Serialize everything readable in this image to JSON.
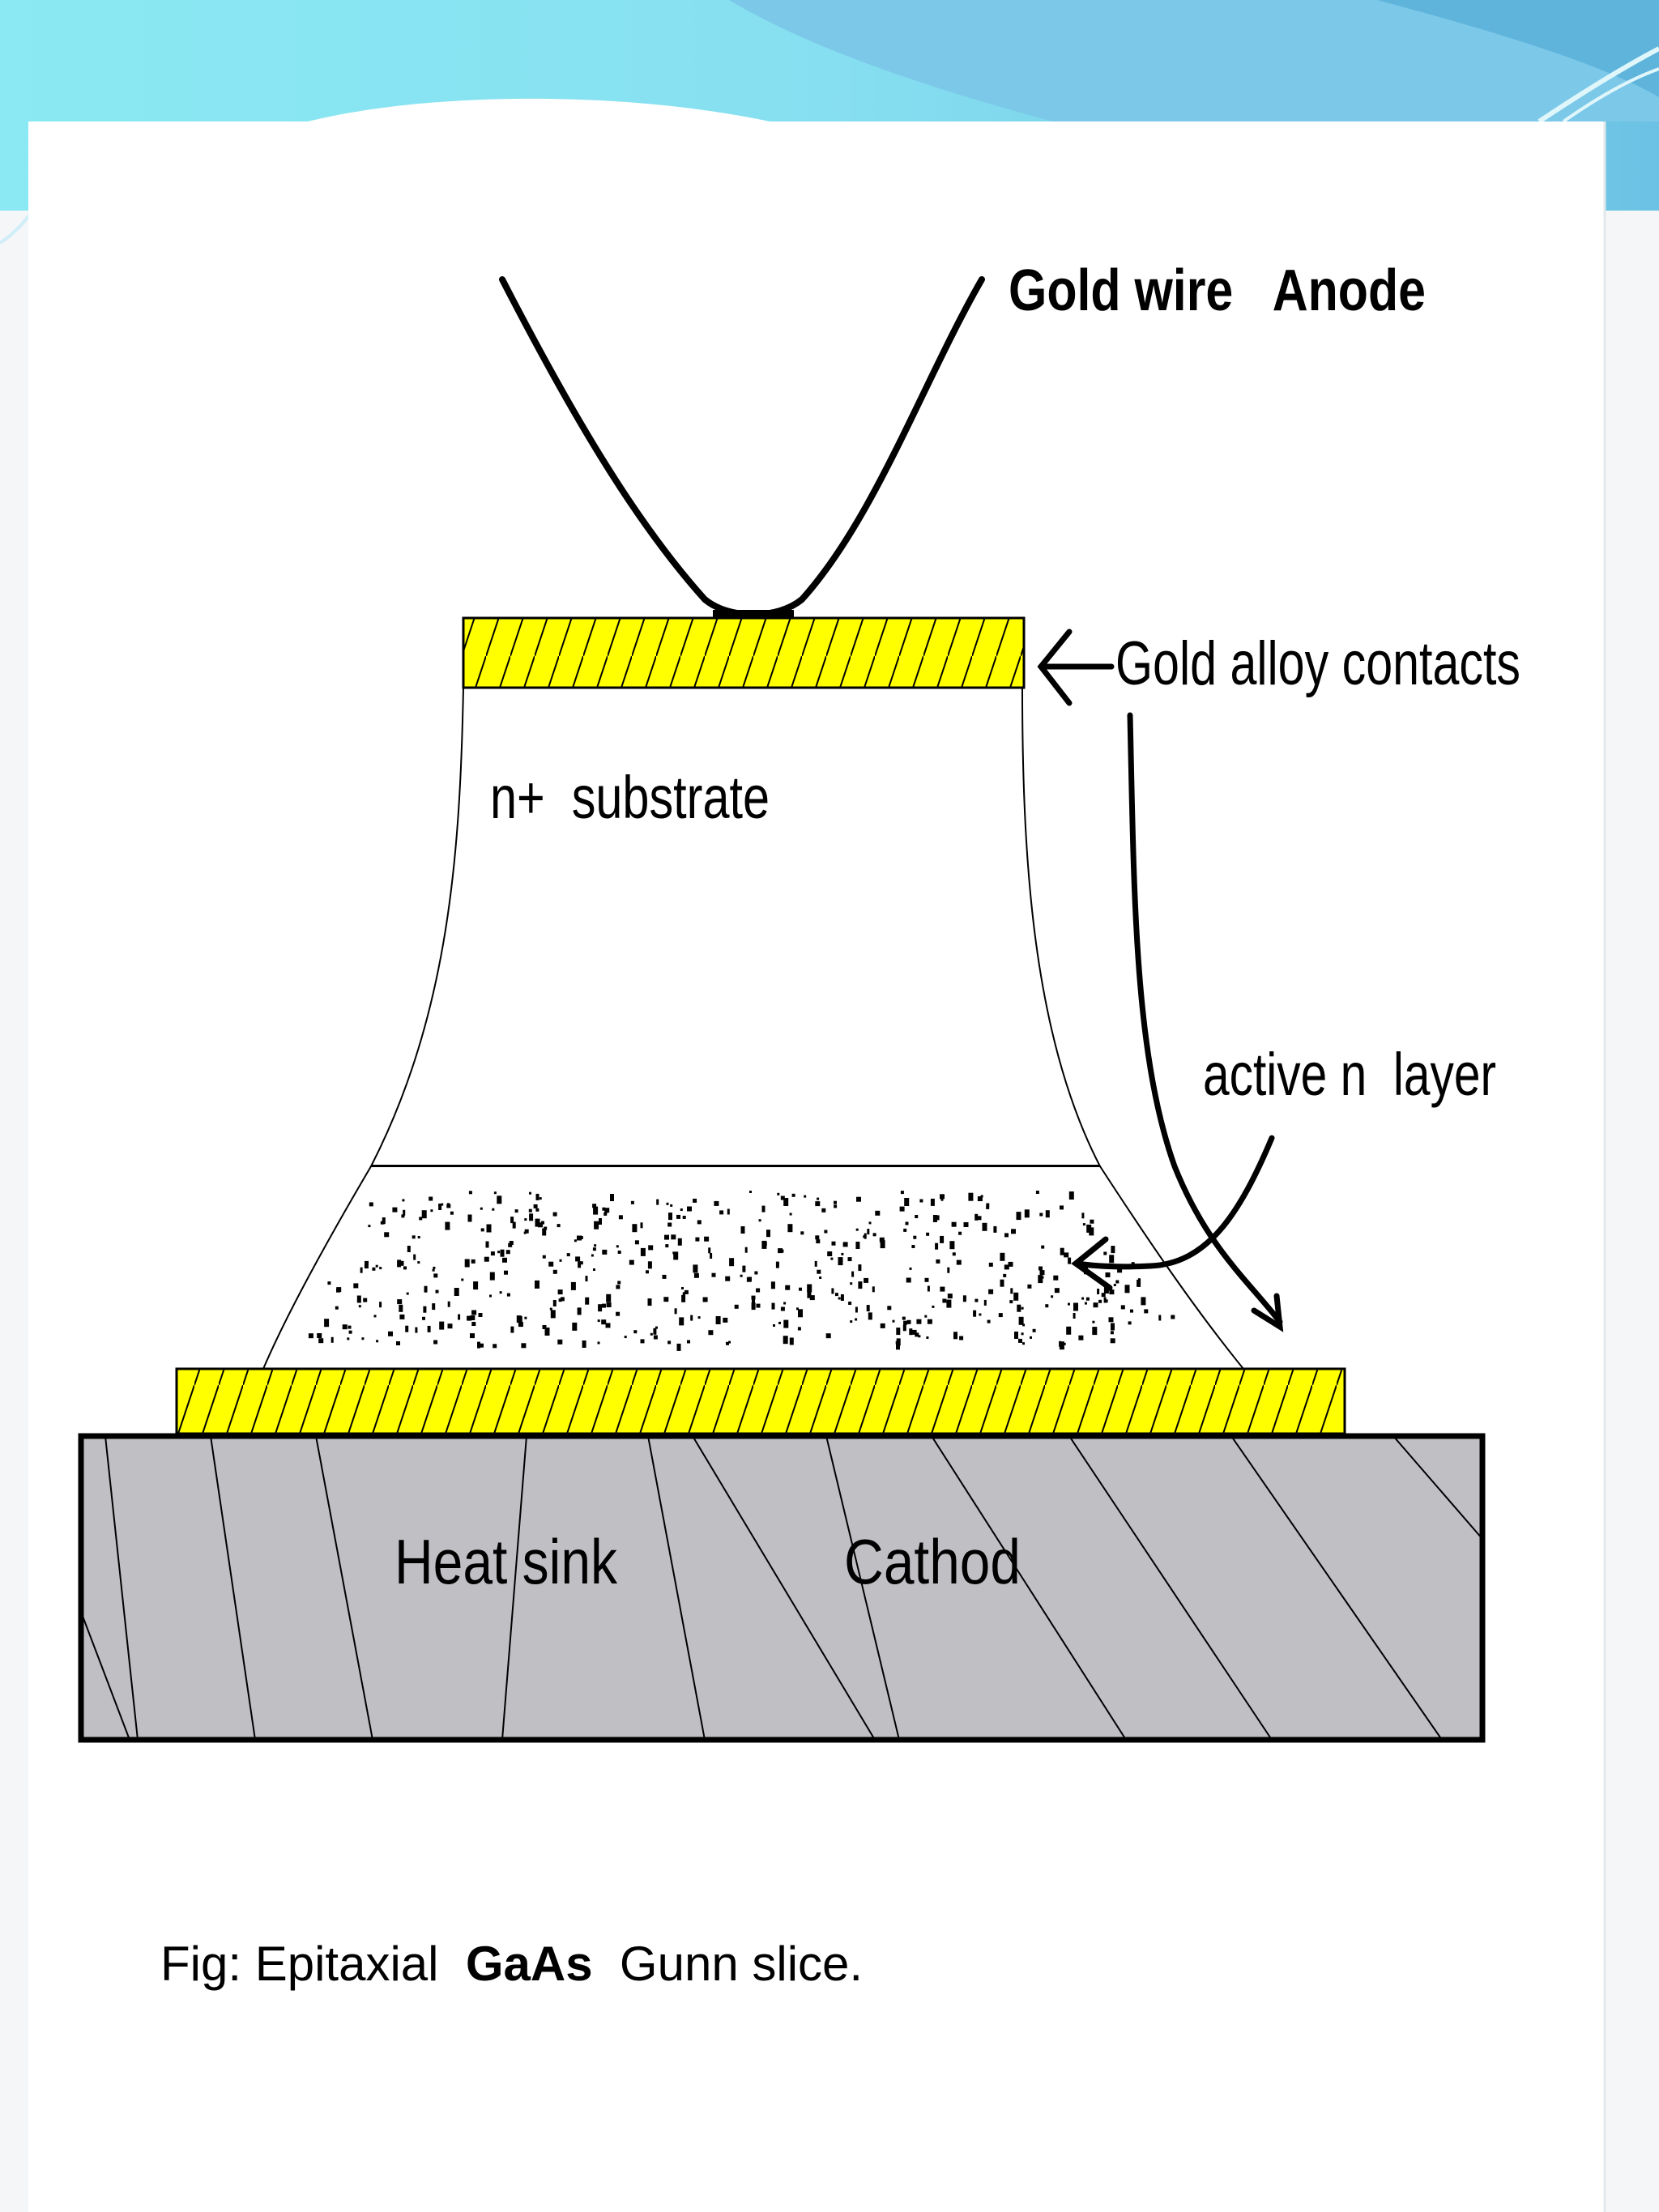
{
  "diagram": {
    "labels": {
      "gold_wire_anode": "Gold wire   Anode",
      "gold_alloy_contacts": "Gold alloy contacts",
      "n_plus_substrate": "n+  substrate",
      "active_n_layer": "active n  layer",
      "heat_sink": "Heat sink",
      "cathod": "Cathod"
    },
    "caption": {
      "prefix": "Fig: Epitaxial  ",
      "bold": "GaAs",
      "suffix": "  Gunn slice."
    }
  },
  "colors": {
    "contact_yellow": "#ffff00",
    "heat_sink_gray": "#c0bfc4",
    "header_cyan": "#86e6f2",
    "header_blue": "#7cc6e6",
    "outline": "#000000"
  }
}
